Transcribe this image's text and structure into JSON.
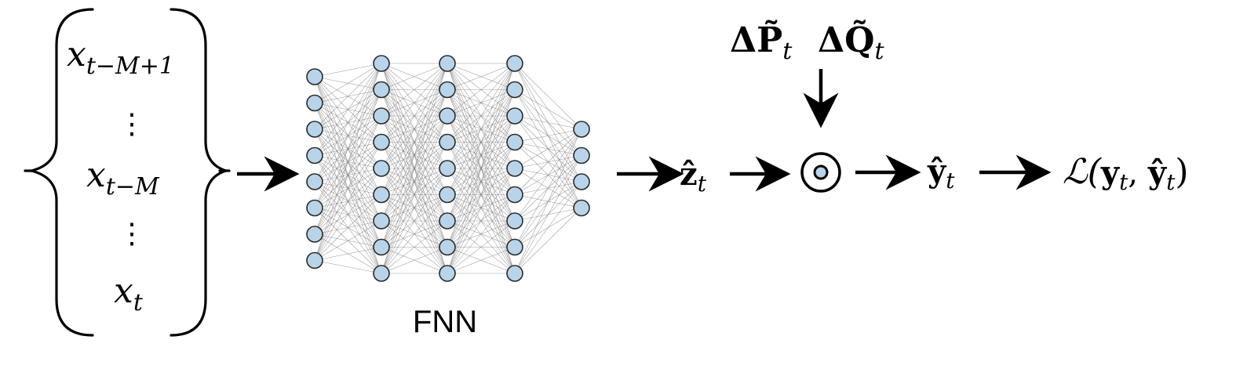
{
  "input_vector": {
    "entries": [
      {
        "base": "x",
        "sub": "t−M+1"
      },
      {
        "vdots": "⋮"
      },
      {
        "base": "x",
        "sub": "t−M"
      },
      {
        "vdots": "⋮"
      },
      {
        "base": "x",
        "sub": "t"
      }
    ]
  },
  "network": {
    "label": "FNN",
    "layers": [
      8,
      9,
      9,
      9,
      4
    ],
    "node_color": "#b8d4ea"
  },
  "output_z": {
    "base": "ẑ",
    "sub": "t"
  },
  "operator": {
    "symbol": "⊙"
  },
  "top_inputs": {
    "p": {
      "base": "ΔP̃",
      "sub": "t"
    },
    "q": {
      "base": "ΔQ̃",
      "sub": "t"
    }
  },
  "output_y": {
    "base": "ŷ",
    "sub": "t"
  },
  "loss": {
    "text": "ℒ(",
    "y": "y",
    "y_sub": "t",
    "comma": ", ",
    "yhat": "ŷ",
    "yhat_sub": "t",
    "close": ")"
  }
}
